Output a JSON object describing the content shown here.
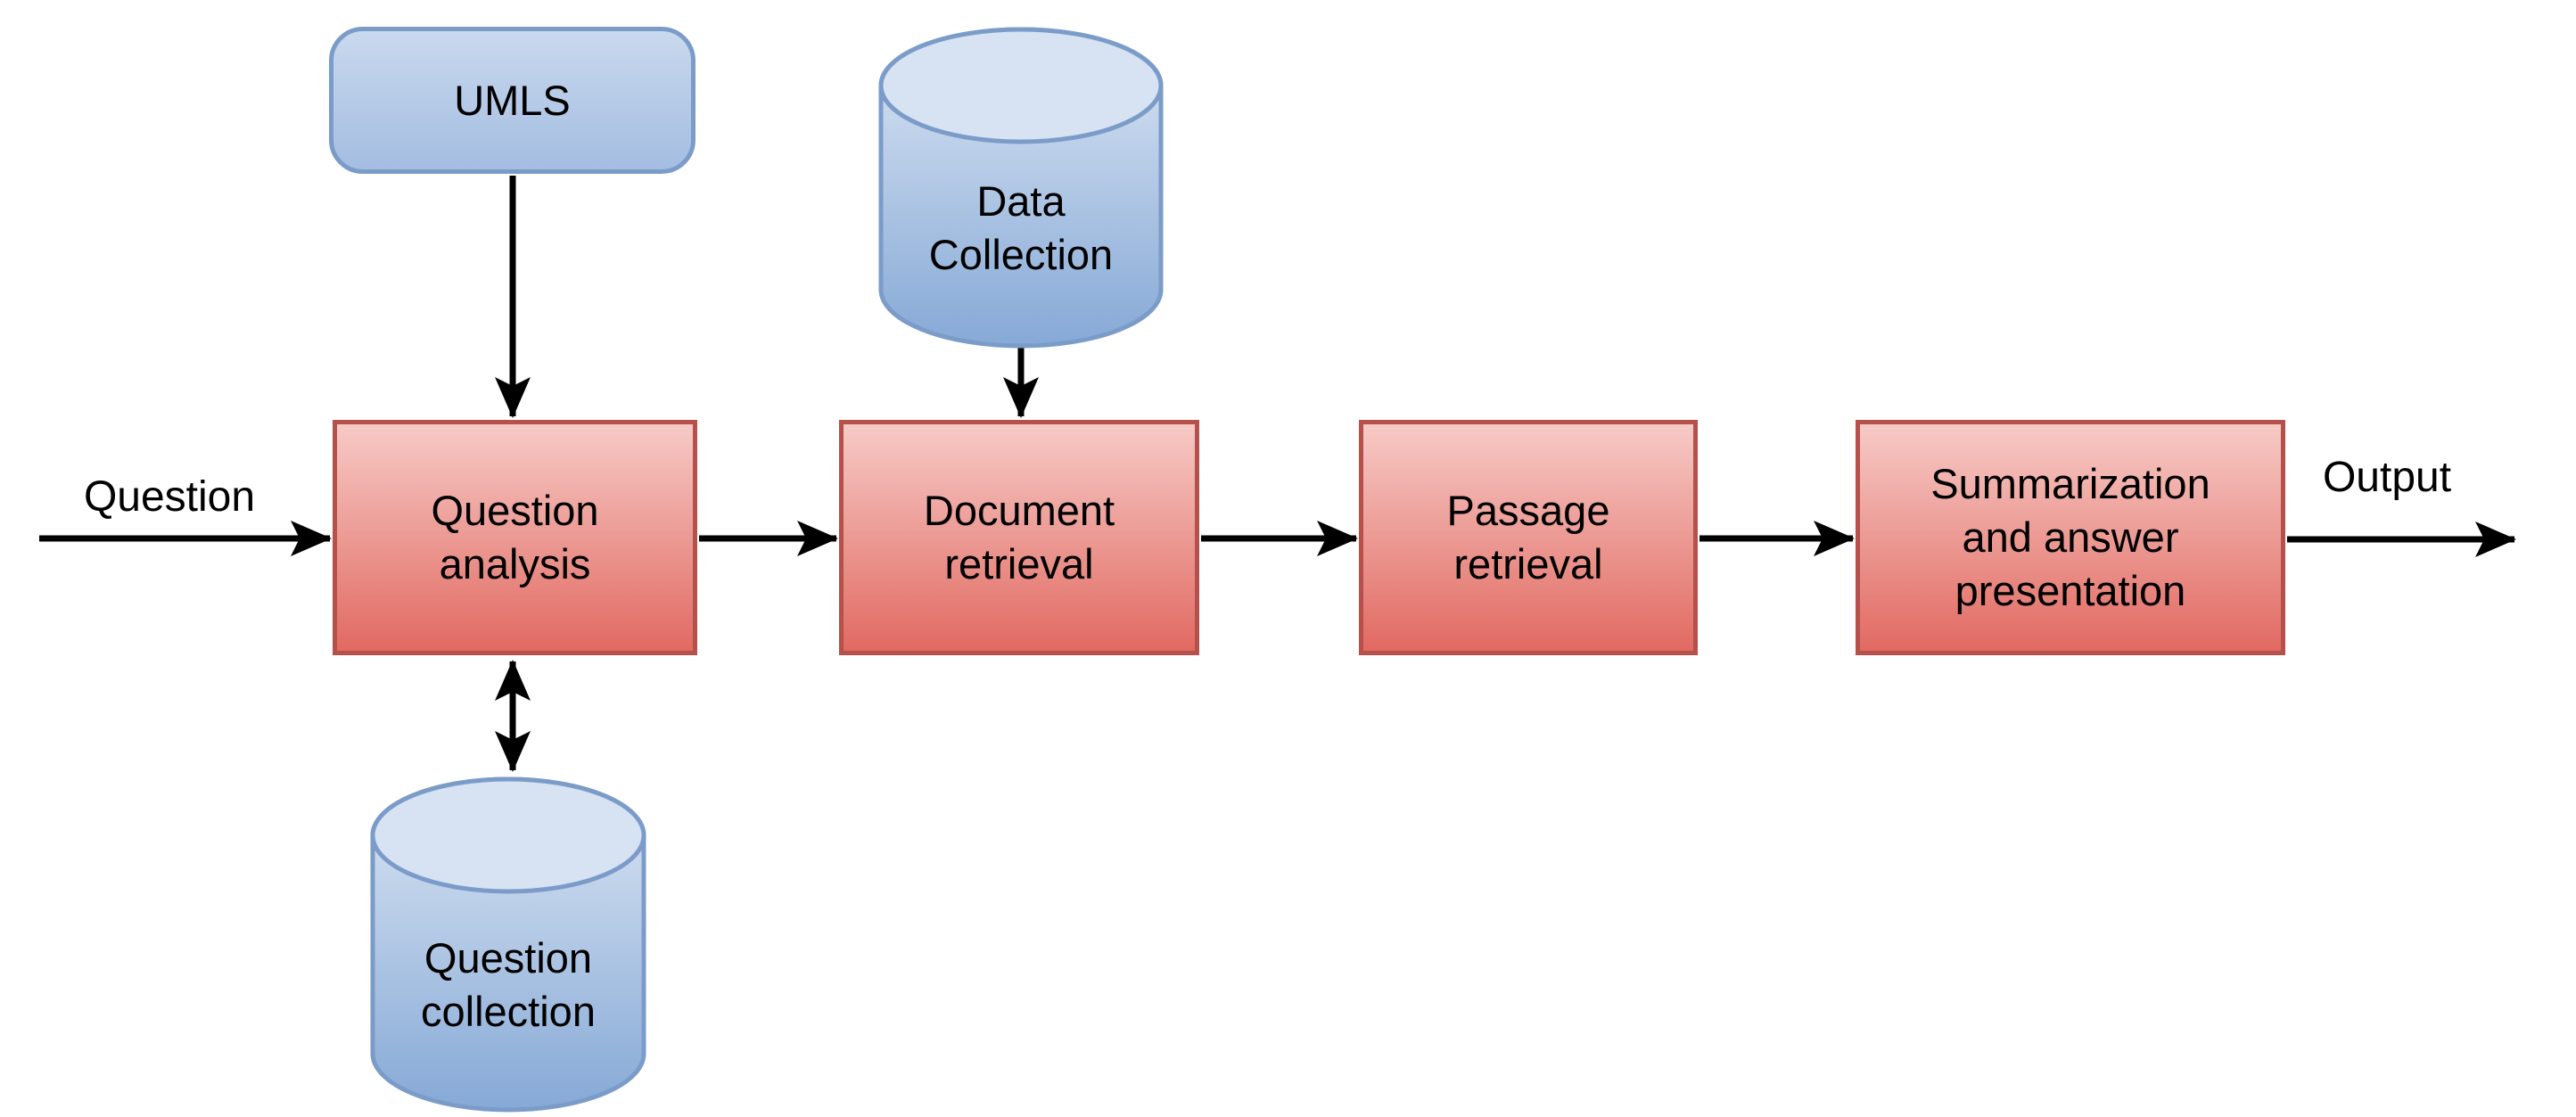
{
  "diagram": {
    "description": "Question answering pipeline flowchart"
  },
  "colors": {
    "canvas_bg": "#ffffff",
    "red_top": "#f7cac6",
    "red_bottom": "#e16a62",
    "red_stroke": "#b5504a",
    "blue_top": "#dce6f4",
    "blue_bottom": "#86a9d6",
    "blue_stroke": "#7b9cc9",
    "umls_top": "#c9d9ee",
    "umls_bottom": "#a4bde1",
    "ellipse_fill": "#d7e2f2",
    "arrow": "#000000"
  },
  "nodes": {
    "umls": {
      "label": "UMLS",
      "shape": "rounded-rectangle"
    },
    "data_collection": {
      "label": "Data\nCollection",
      "shape": "cylinder"
    },
    "question_analysis": {
      "label": "Question\nanalysis",
      "shape": "process-box"
    },
    "document_retrieval": {
      "label": "Document\nretrieval",
      "shape": "process-box"
    },
    "passage_retrieval": {
      "label": "Passage\nretrieval",
      "shape": "process-box"
    },
    "summarization": {
      "label": "Summarization\nand answer\npresentation",
      "shape": "process-box"
    },
    "question_collection": {
      "label": "Question\ncollection",
      "shape": "cylinder"
    }
  },
  "edge_labels": {
    "input": "Question",
    "output": "Output"
  },
  "edges": [
    {
      "from": "input",
      "to": "question_analysis",
      "direction": "single"
    },
    {
      "from": "umls",
      "to": "question_analysis",
      "direction": "single"
    },
    {
      "from": "data_collection",
      "to": "document_retrieval",
      "direction": "single"
    },
    {
      "from": "question_analysis",
      "to": "question_collection",
      "direction": "double"
    },
    {
      "from": "question_analysis",
      "to": "document_retrieval",
      "direction": "single"
    },
    {
      "from": "document_retrieval",
      "to": "passage_retrieval",
      "direction": "single"
    },
    {
      "from": "passage_retrieval",
      "to": "summarization",
      "direction": "single"
    },
    {
      "from": "summarization",
      "to": "output",
      "direction": "single"
    }
  ]
}
